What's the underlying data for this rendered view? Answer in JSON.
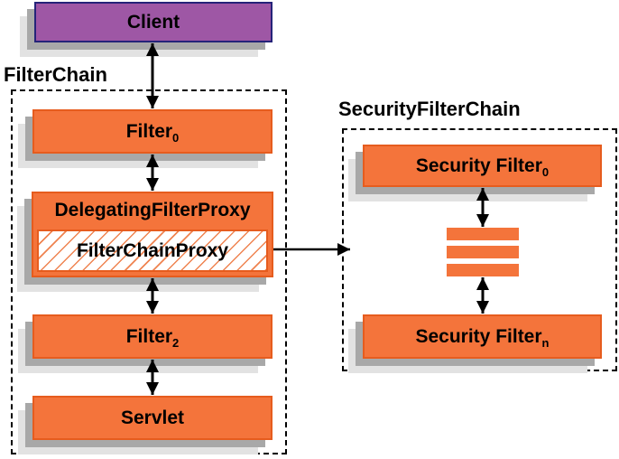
{
  "client": {
    "label": "Client"
  },
  "filter_chain": {
    "title": "FilterChain",
    "filter0": {
      "base": "Filter",
      "sub": "0"
    },
    "delegating_filter_proxy": "DelegatingFilterProxy",
    "filter_chain_proxy": "FilterChainProxy",
    "filter2": {
      "base": "Filter",
      "sub": "2"
    },
    "servlet": "Servlet"
  },
  "security_filter_chain": {
    "title": "SecurityFilterChain",
    "filter0": {
      "base": "Security Filter",
      "sub": "0"
    },
    "filtern": {
      "base": "Security Filter",
      "sub": "n"
    }
  },
  "colors": {
    "orange_fill": "#f4743b",
    "orange_border": "#e65c1e",
    "hatch_line": "#ef8350",
    "purple_fill": "#9e57a5",
    "purple_border": "#252379",
    "shadow_dark": "#a8a8a8",
    "shadow_light": "#e2e2e2",
    "arrow": "#000000",
    "text": "#000000"
  }
}
